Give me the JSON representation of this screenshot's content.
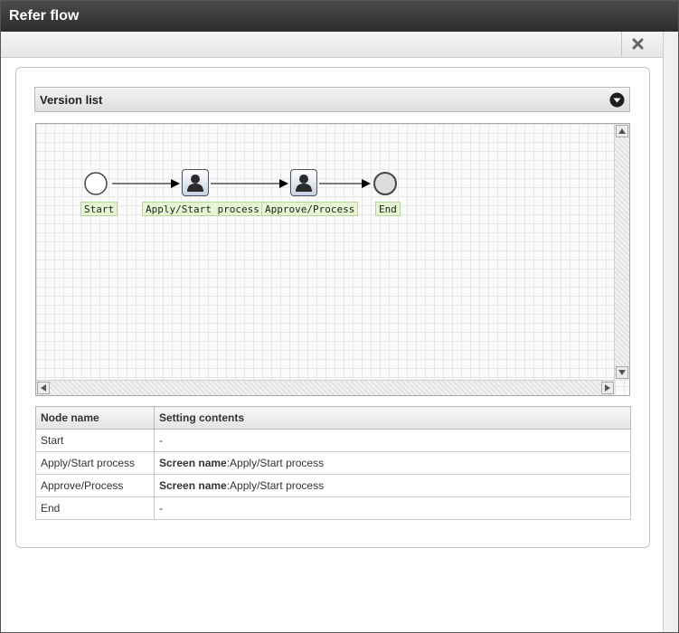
{
  "window": {
    "title": "Refer flow"
  },
  "toolbar": {
    "close_icon": "close-icon"
  },
  "version_bar": {
    "label": "Version list",
    "icon": "chevron-down-circle-icon"
  },
  "flow": {
    "nodes": [
      {
        "label": "Start",
        "type": "start"
      },
      {
        "label": "Apply/Start process",
        "type": "user-task"
      },
      {
        "label": "Approve/Process",
        "type": "user-task"
      },
      {
        "label": "End",
        "type": "end"
      }
    ]
  },
  "table": {
    "headers": [
      "Node name",
      "Setting contents"
    ],
    "rows": [
      {
        "node": "Start",
        "key": "",
        "value": "-"
      },
      {
        "node": "Apply/Start process",
        "key": "Screen name",
        "value": ":Apply/Start process"
      },
      {
        "node": "Approve/Process",
        "key": "Screen name",
        "value": ":Apply/Start process"
      },
      {
        "node": "End",
        "key": "",
        "value": "-"
      }
    ]
  },
  "colors": {
    "titlebar": "#2d2d2d",
    "label_bg": "#e6f5d2",
    "label_border": "#b5d89a"
  }
}
